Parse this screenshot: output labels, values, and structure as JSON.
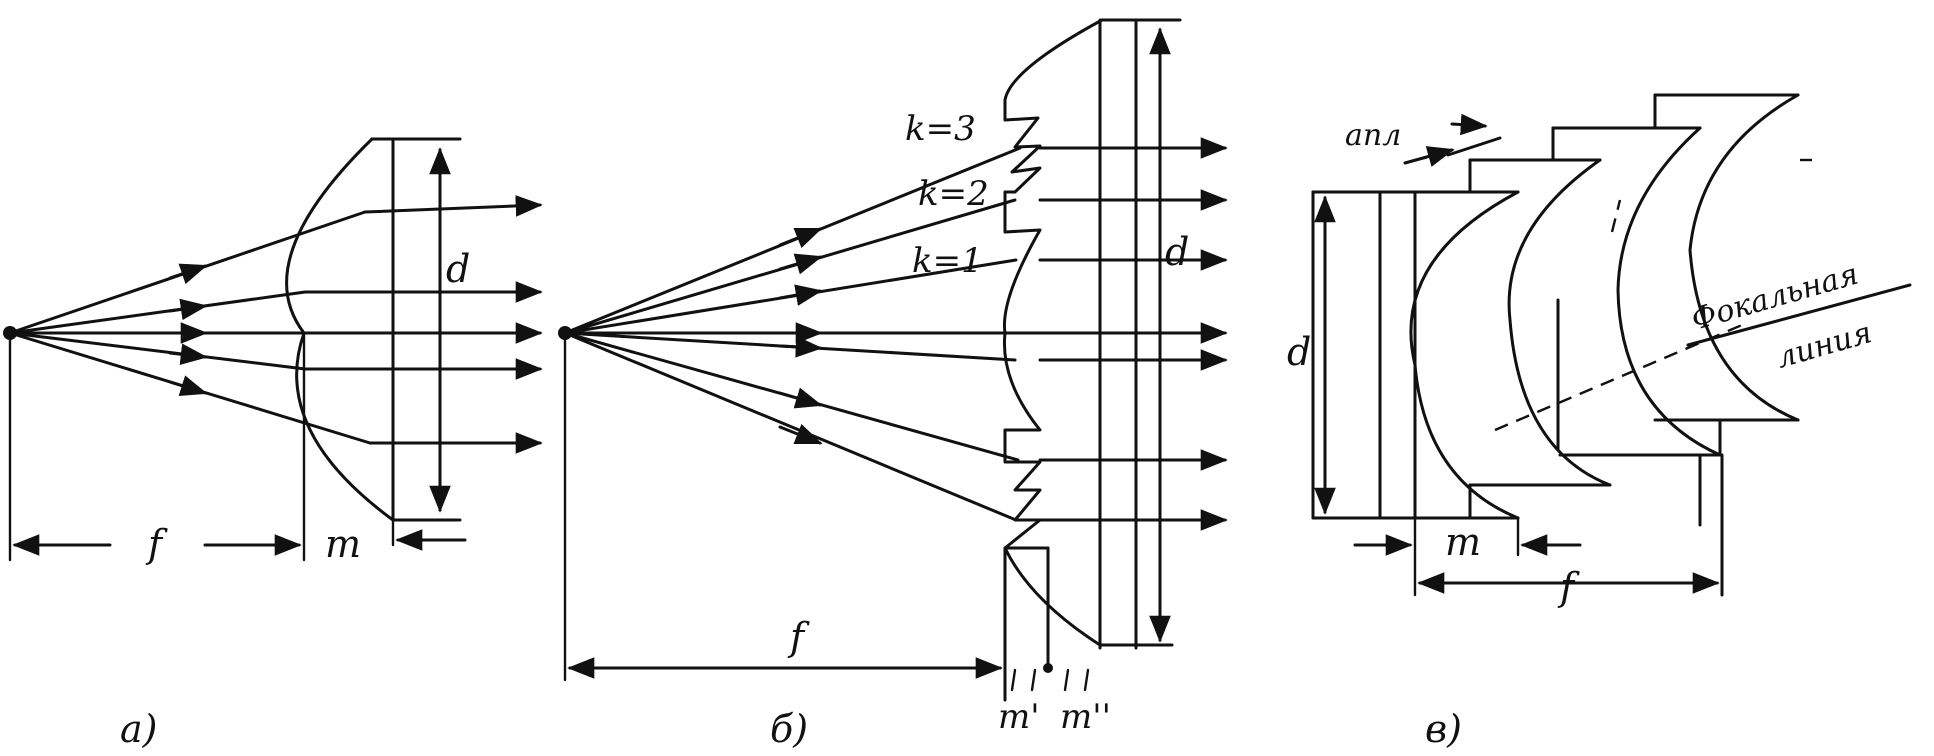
{
  "panel_a": {
    "caption": "а)",
    "f": "f",
    "m": "m",
    "d": "d"
  },
  "panel_b": {
    "caption": "б)",
    "f": "f",
    "d": "d",
    "k3": "k=3",
    "k2": "k=2",
    "k1": "k=1",
    "m1": "m'",
    "m2": "m''"
  },
  "panel_c": {
    "caption": "в)",
    "d": "d",
    "m": "m",
    "f": "f",
    "a_pl": "aпл",
    "focal_top": "Фокальная",
    "focal_bottom": "линия"
  }
}
